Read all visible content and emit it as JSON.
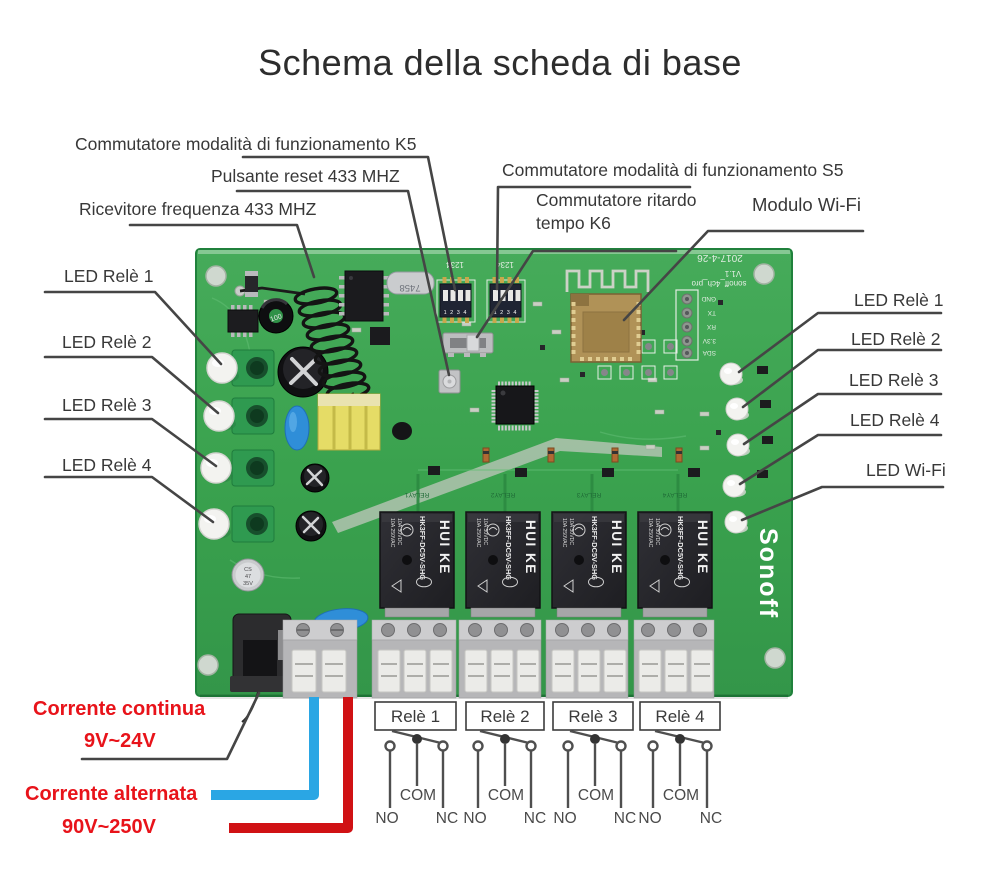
{
  "title": "Schema della scheda di base",
  "callouts": {
    "k5": "Commutatore modalità di funzionamento K5",
    "reset_433": "Pulsante reset 433 MHZ",
    "receiver_433": "Ricevitore frequenza 433 MHZ",
    "s5": "Commutatore modalità di funzionamento S5",
    "k6_line1": "Commutatore ritardo",
    "k6_line2": "tempo K6",
    "wifi_module": "Modulo Wi-Fi",
    "led_left": [
      "LED Relè 1",
      "LED Relè 2",
      "LED Relè 3",
      "LED Relè 4"
    ],
    "led_right": [
      "LED Relè 1",
      "LED Relè 2",
      "LED Relè  3",
      "LED Relè 4",
      "LED Wi-Fi"
    ],
    "dc_power_name": "Corrente continua",
    "dc_power_range": "9V~24V",
    "ac_power_name": "Corrente alternata",
    "ac_power_range": "90V~250V"
  },
  "relay_outputs": {
    "labels": [
      "Relè 1",
      "Relè 2",
      "Relè 3",
      "Relè 4"
    ],
    "no": "NO",
    "com": "COM",
    "nc": "NC"
  },
  "board_silkscreen": {
    "date": "2017-4-26",
    "version": "V1.1",
    "board_name": "sonoff_4ch_pro",
    "header_pins": [
      "GND",
      "TX",
      "RX",
      "3.3V",
      "SDA"
    ],
    "dip_top_label": "1234",
    "dip_numbers": "1 2 3 4",
    "relay_refs": [
      "RELAY1",
      "RELAY2",
      "RELAY3",
      "RELAY4"
    ],
    "crystal": "7458",
    "inductor": "100",
    "cap_line1": "CS",
    "cap_line2": "47",
    "cap_line3": "35V",
    "logo": "Sonoff"
  },
  "relay_component": {
    "brand": "HUI KE",
    "model": "HK3FF-DC5V-SHG",
    "rating1": "10A 250VAC",
    "rating2": "10A 30VDC"
  },
  "colors": {
    "accent_red": "#e8131a",
    "wire_blue": "#2aa6e4",
    "wire_red": "#d01114",
    "pcb_green": "#3aa24e",
    "leader_line": "#474747"
  }
}
